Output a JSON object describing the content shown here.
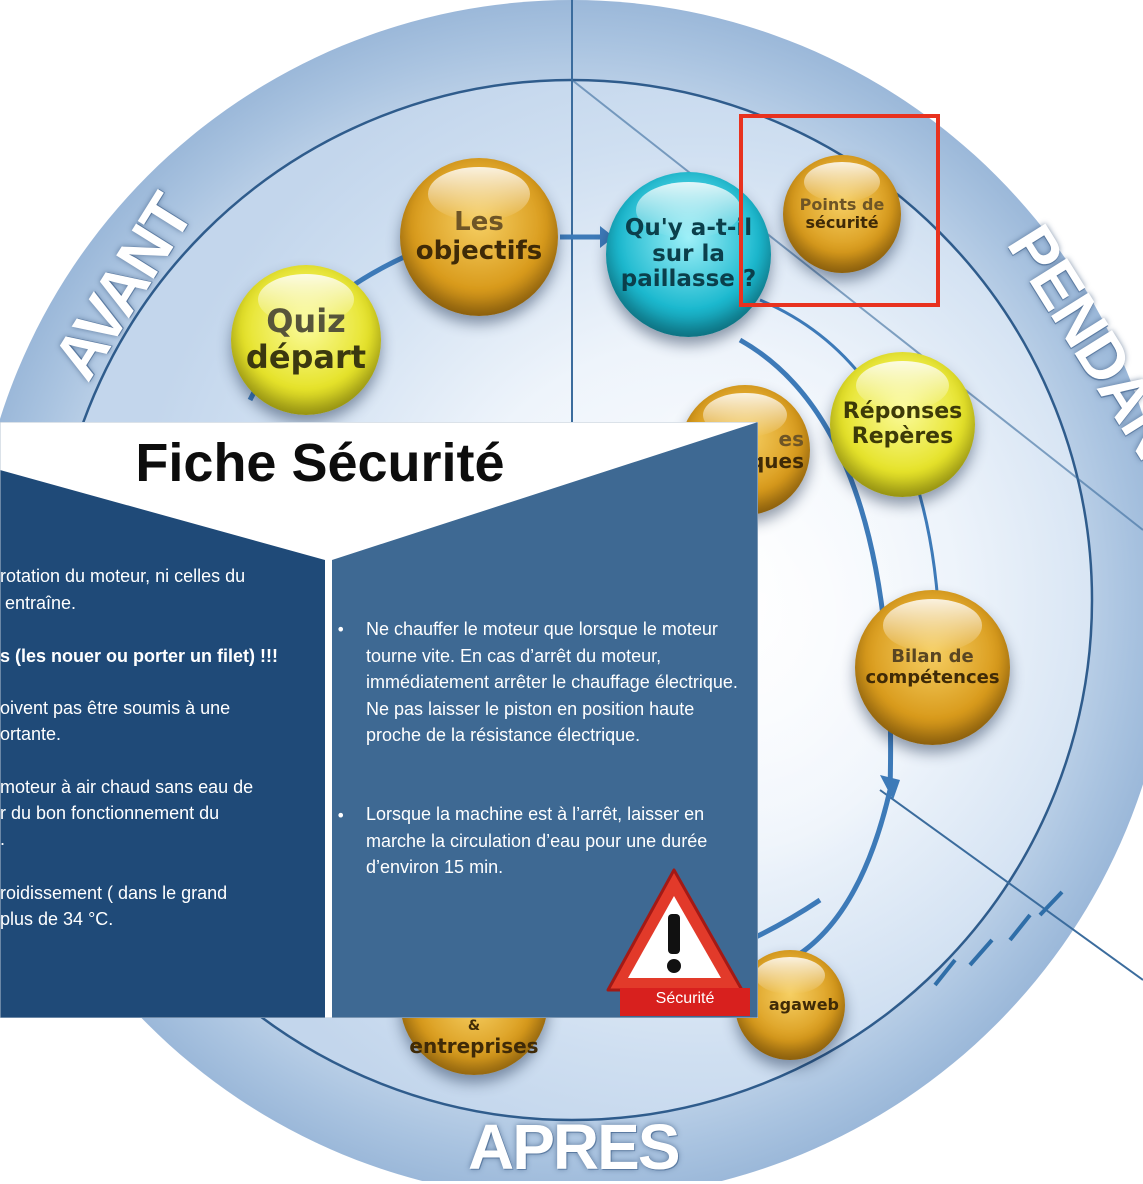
{
  "phases": {
    "before": "AVANT",
    "during": "PENDANT",
    "after": "APRES"
  },
  "bubbles": {
    "quiz": [
      "Quiz",
      "départ"
    ],
    "objectives": [
      "Les",
      "objectifs"
    ],
    "bench": [
      "Qu'y a-t-il",
      "sur la",
      "paillasse ?"
    ],
    "safety": [
      "Points de",
      "sécurité"
    ],
    "partial": [
      "es",
      "ques"
    ],
    "answers": [
      "Réponses",
      "Repères"
    ],
    "skills": [
      "Bilan de",
      "compétences"
    ],
    "web": [
      "agaweb"
    ],
    "companies": [
      "&",
      "entreprises"
    ]
  },
  "popup": {
    "title": "Fiche Sécurité",
    "left_fragments": [
      "rotation du moteur, ni celles du",
      " entraîne.",
      "s (les nouer ou porter un filet) !!!",
      "oivent pas être soumis à une",
      "ortante.",
      "moteur à air chaud sans eau de",
      "r du bon fonctionnement du",
      ".",
      "roidissement ( dans le grand",
      "plus de 34 °C."
    ],
    "right_bullets": [
      "Ne chauffer le moteur que lorsque le moteur tourne vite.  En cas d’arrêt du moteur, immédiatement arrêter le chauffage électrique. Ne pas laisser le piston en position haute proche de la résistance électrique.",
      "Lorsque la machine est à l’arrêt, laisser en marche la circulation d’eau pour une durée d’environ 15 min."
    ],
    "warning_label": "Sécurité"
  },
  "colors": {
    "ring_outer": "#a9c4e2",
    "ring_inner": "#c8daee",
    "line": "#2f6ea8",
    "popup_left": "#1f4a78",
    "popup_right": "#3e6993",
    "highlight": "#e8321f",
    "warning_red": "#d8201e"
  }
}
